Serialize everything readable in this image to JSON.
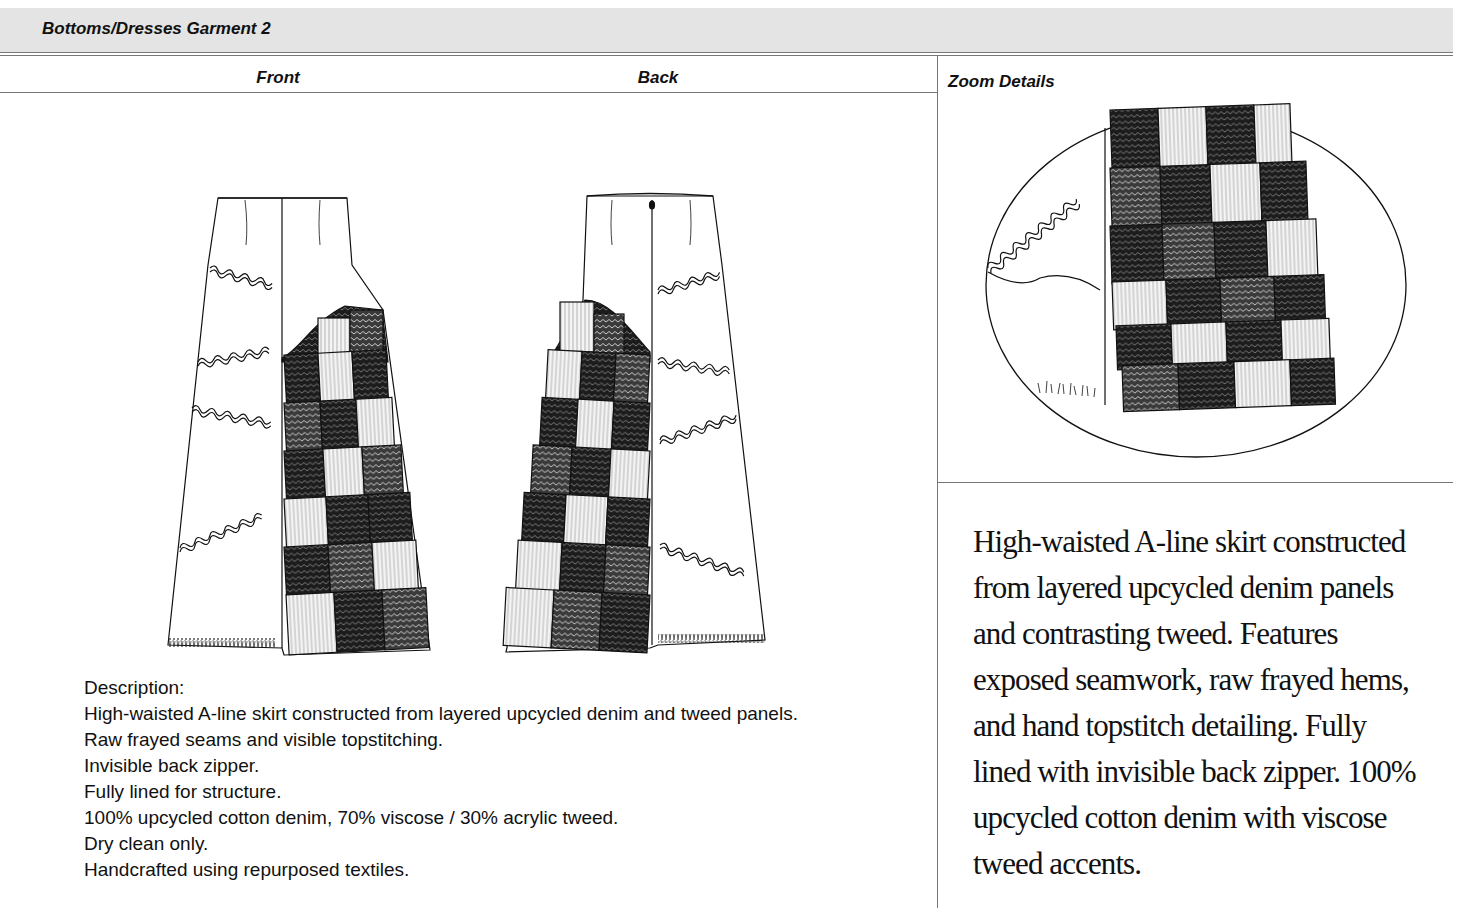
{
  "diagram": {
    "title": "Bottoms/Dresses Garment 2",
    "nodes": [
      {
        "text": [
          "Zoom Details"
        ]
      },
      {
        "text": [
          "High-waisted A-line skirt constructed from layered upcycled denim panels and contrasting tweed. Features exposed seamwork, raw frayed hems, and hand topstitch detailing. Fully lined with invisible back zipper. 100% upcycled cotton denim with viscose tweed accents."
        ]
      }
    ],
    "labels": [
      "Front",
      "Back",
      "Description:",
      "High-waisted A-line skirt constructed from layered upcycled denim and tweed panels.",
      "Raw frayed seams and visible topstitching.",
      "Invisible back zipper.",
      "Fully lined for structure.",
      "100% upcycled cotton denim, 70% viscose / 30% acrylic tweed.",
      "Dry clean only.",
      "Handcrafted using repurposed textiles."
    ]
  }
}
